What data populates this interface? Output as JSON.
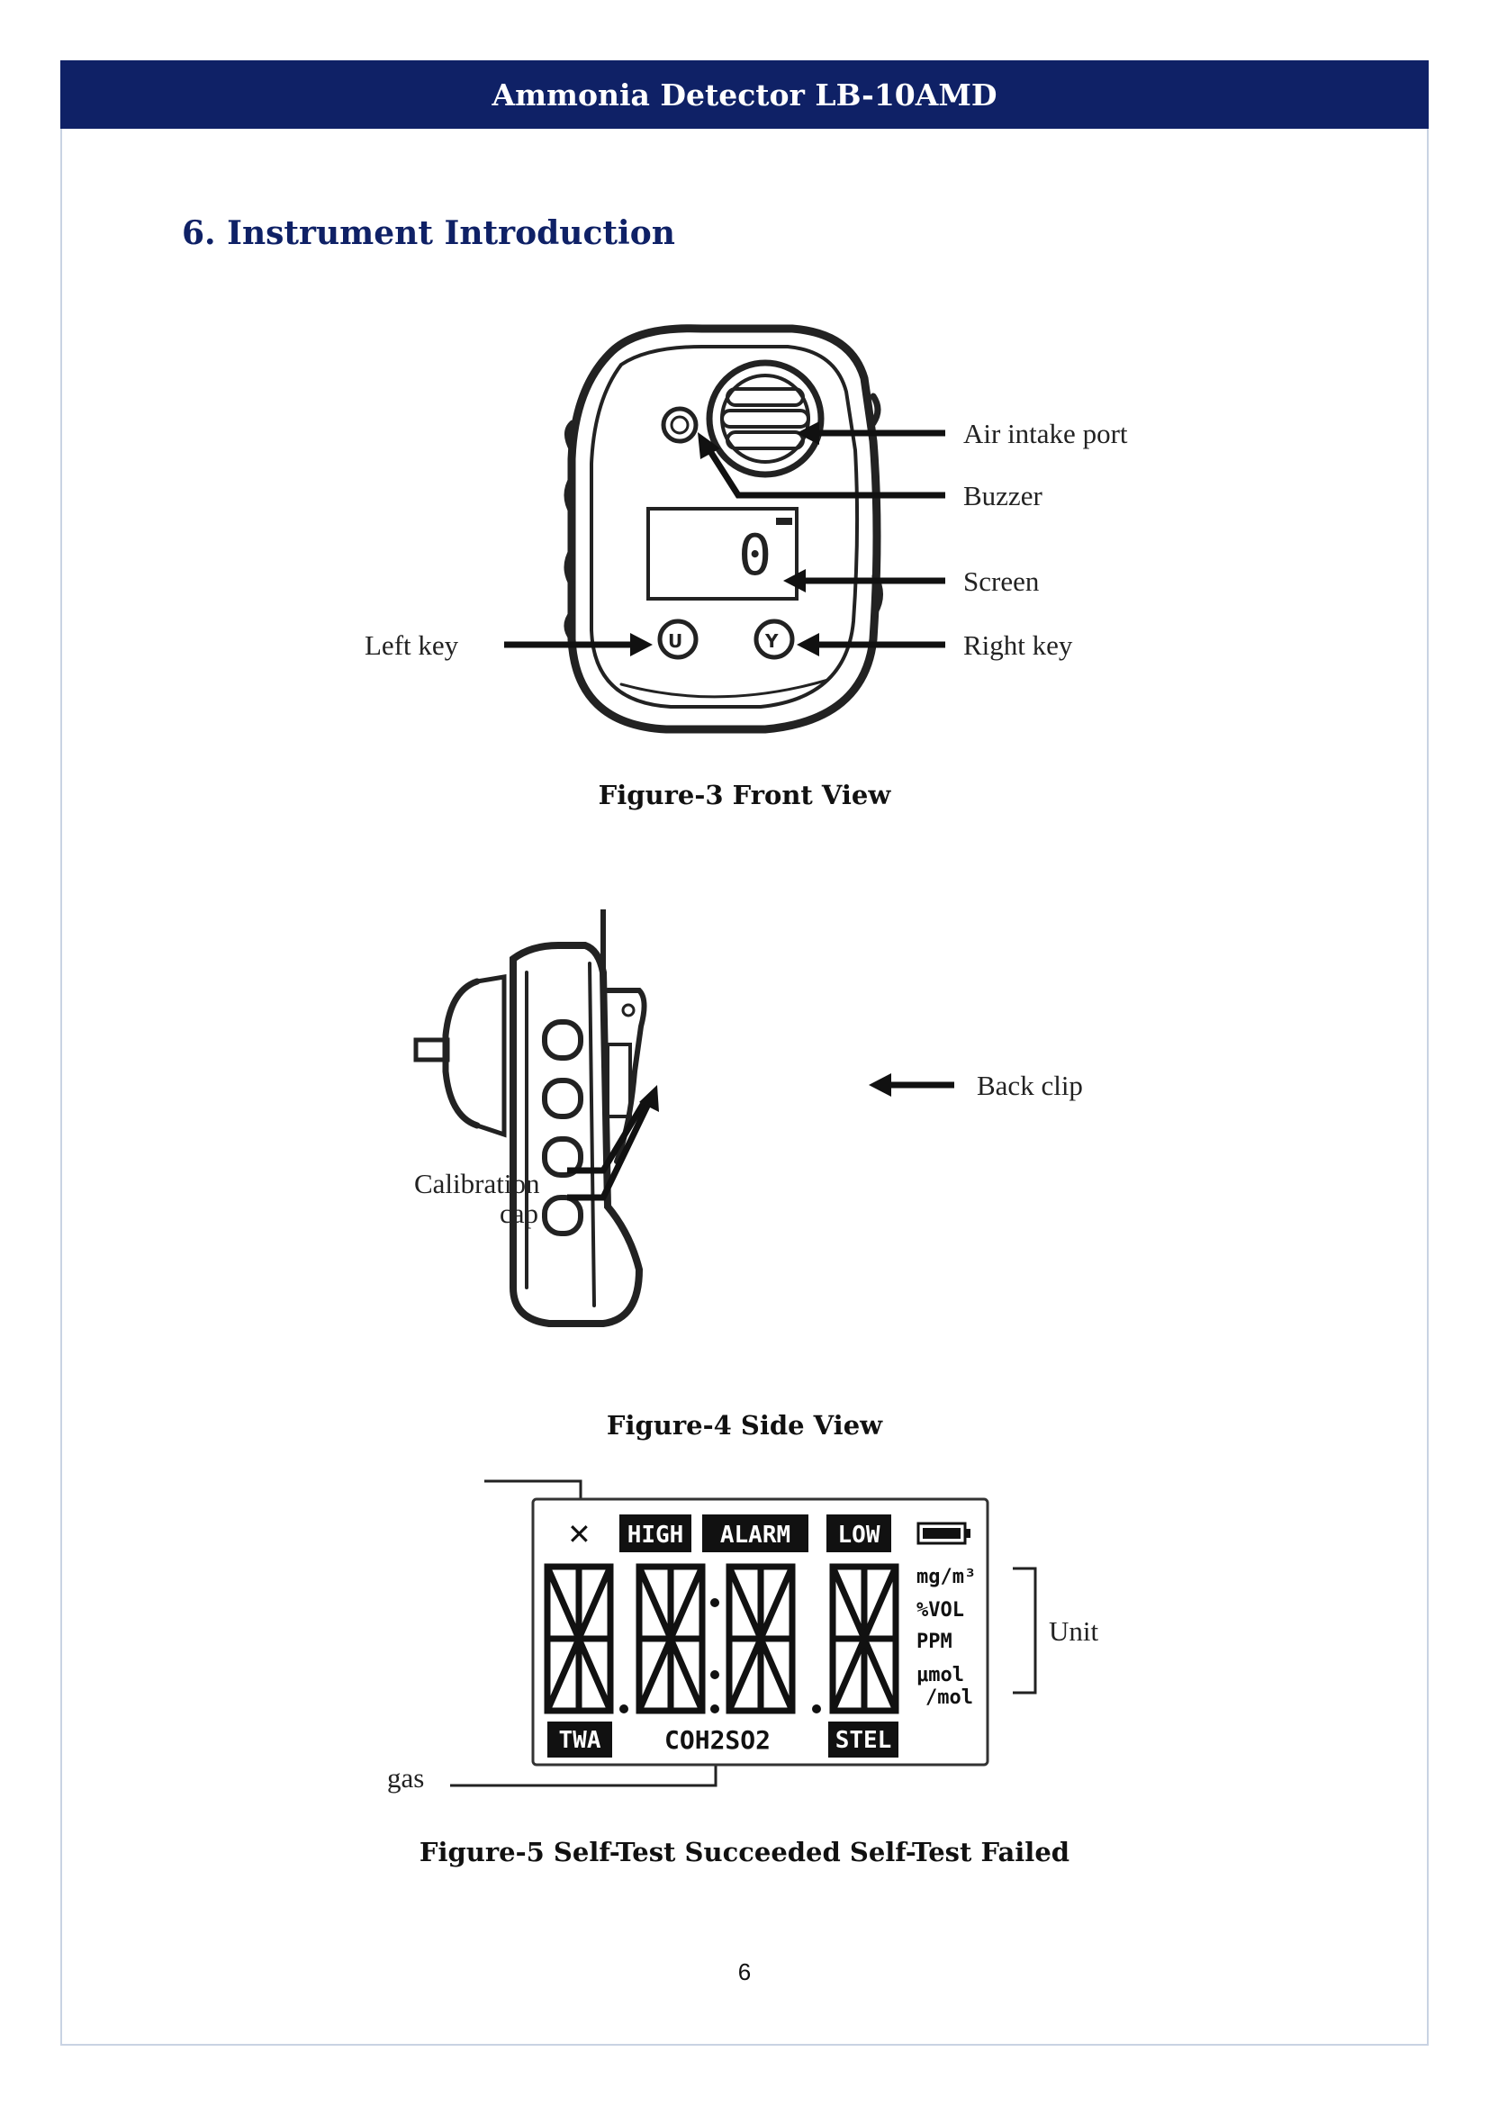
{
  "header": {
    "title": "Ammonia Detector LB-10AMD"
  },
  "section": {
    "heading": "6.  Instrument Introduction"
  },
  "figure3": {
    "caption": "Figure-3 Front View",
    "labels": {
      "air_intake": "Air intake port",
      "buzzer": "Buzzer",
      "screen": "Screen",
      "left_key": "Left key",
      "right_key": "Right key"
    }
  },
  "figure4": {
    "caption": "Figure-4 Side View",
    "labels": {
      "back_clip": "Back clip",
      "calibration_line1": "Calibration",
      "calibration_line2": "cap"
    }
  },
  "figure5": {
    "caption": "Figure-5 Self-Test Succeeded Self-Test Failed",
    "lcd": {
      "high": "HIGH",
      "alarm": "ALARM",
      "low": "LOW",
      "twa": "TWA",
      "stel": "STEL",
      "gas": "COH2SO2",
      "units": [
        "mg/m³",
        "%VOL",
        "PPM",
        "μmol",
        "/mol"
      ]
    },
    "labels": {
      "unit": "Unit",
      "gas": "gas"
    }
  },
  "footer": {
    "page_number": "6"
  }
}
